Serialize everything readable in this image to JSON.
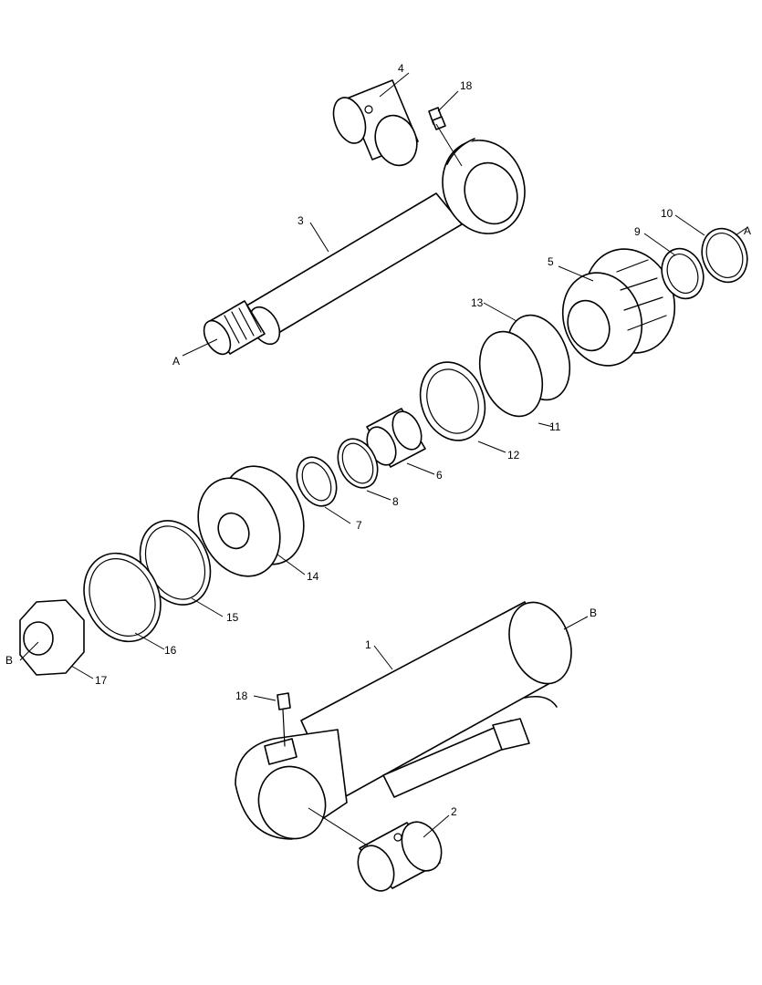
{
  "callouts": [
    {
      "id": "c1",
      "text": "1"
    },
    {
      "id": "c2",
      "text": "2"
    },
    {
      "id": "c3",
      "text": "3"
    },
    {
      "id": "c4",
      "text": "4"
    },
    {
      "id": "c5",
      "text": "5"
    },
    {
      "id": "c6",
      "text": "6"
    },
    {
      "id": "c7",
      "text": "7"
    },
    {
      "id": "c8",
      "text": "8"
    },
    {
      "id": "c9",
      "text": "9"
    },
    {
      "id": "c10",
      "text": "10"
    },
    {
      "id": "c11",
      "text": "11"
    },
    {
      "id": "c12",
      "text": "12"
    },
    {
      "id": "c13",
      "text": "13"
    },
    {
      "id": "c14",
      "text": "14"
    },
    {
      "id": "c15",
      "text": "15"
    },
    {
      "id": "c16",
      "text": "16"
    },
    {
      "id": "c17",
      "text": "17"
    },
    {
      "id": "c18a",
      "text": "18"
    },
    {
      "id": "c18b",
      "text": "18"
    },
    {
      "id": "cA1",
      "text": "A"
    },
    {
      "id": "cA2",
      "text": "A"
    },
    {
      "id": "cB1",
      "text": "B"
    },
    {
      "id": "cB2",
      "text": "B"
    }
  ]
}
